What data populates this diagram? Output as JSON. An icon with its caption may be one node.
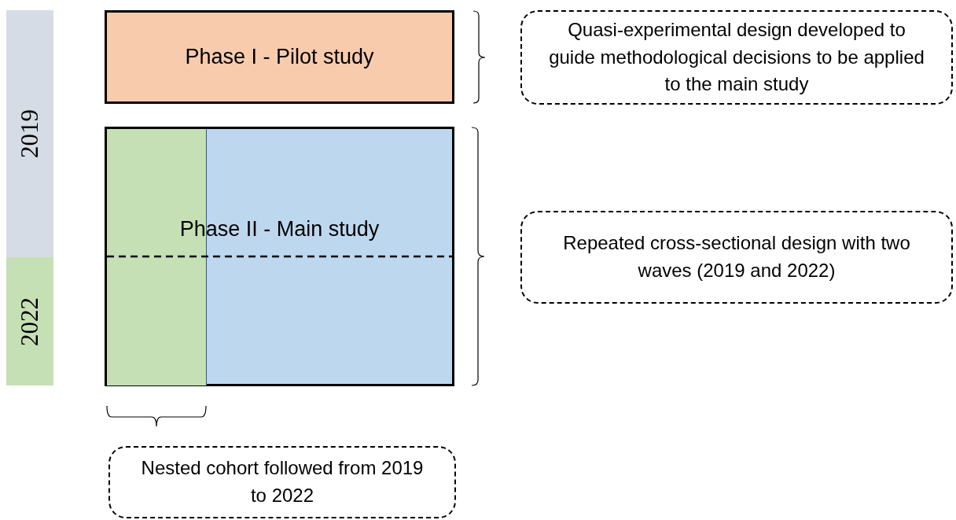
{
  "diagram": {
    "nodes": [
      {
        "text": [
          "Phase I - Pilot study"
        ]
      },
      {
        "text": [
          "Quasi-experimental design developed to guide methodological decisions to be applied to the main study"
        ]
      },
      {
        "text": [
          "2019"
        ]
      },
      {
        "text": [
          "Phase II - Main study"
        ]
      },
      {
        "text": [],
        "shape": "box",
        "in": 3
      },
      {
        "text": [
          "Repeated cross-sectional design with two waves (2019 and 2022)"
        ]
      },
      {
        "text": [
          "2022"
        ]
      },
      {
        "text": [
          "Nested cohort followed from 2019 to 2022"
        ]
      }
    ],
    "edges": []
  }
}
